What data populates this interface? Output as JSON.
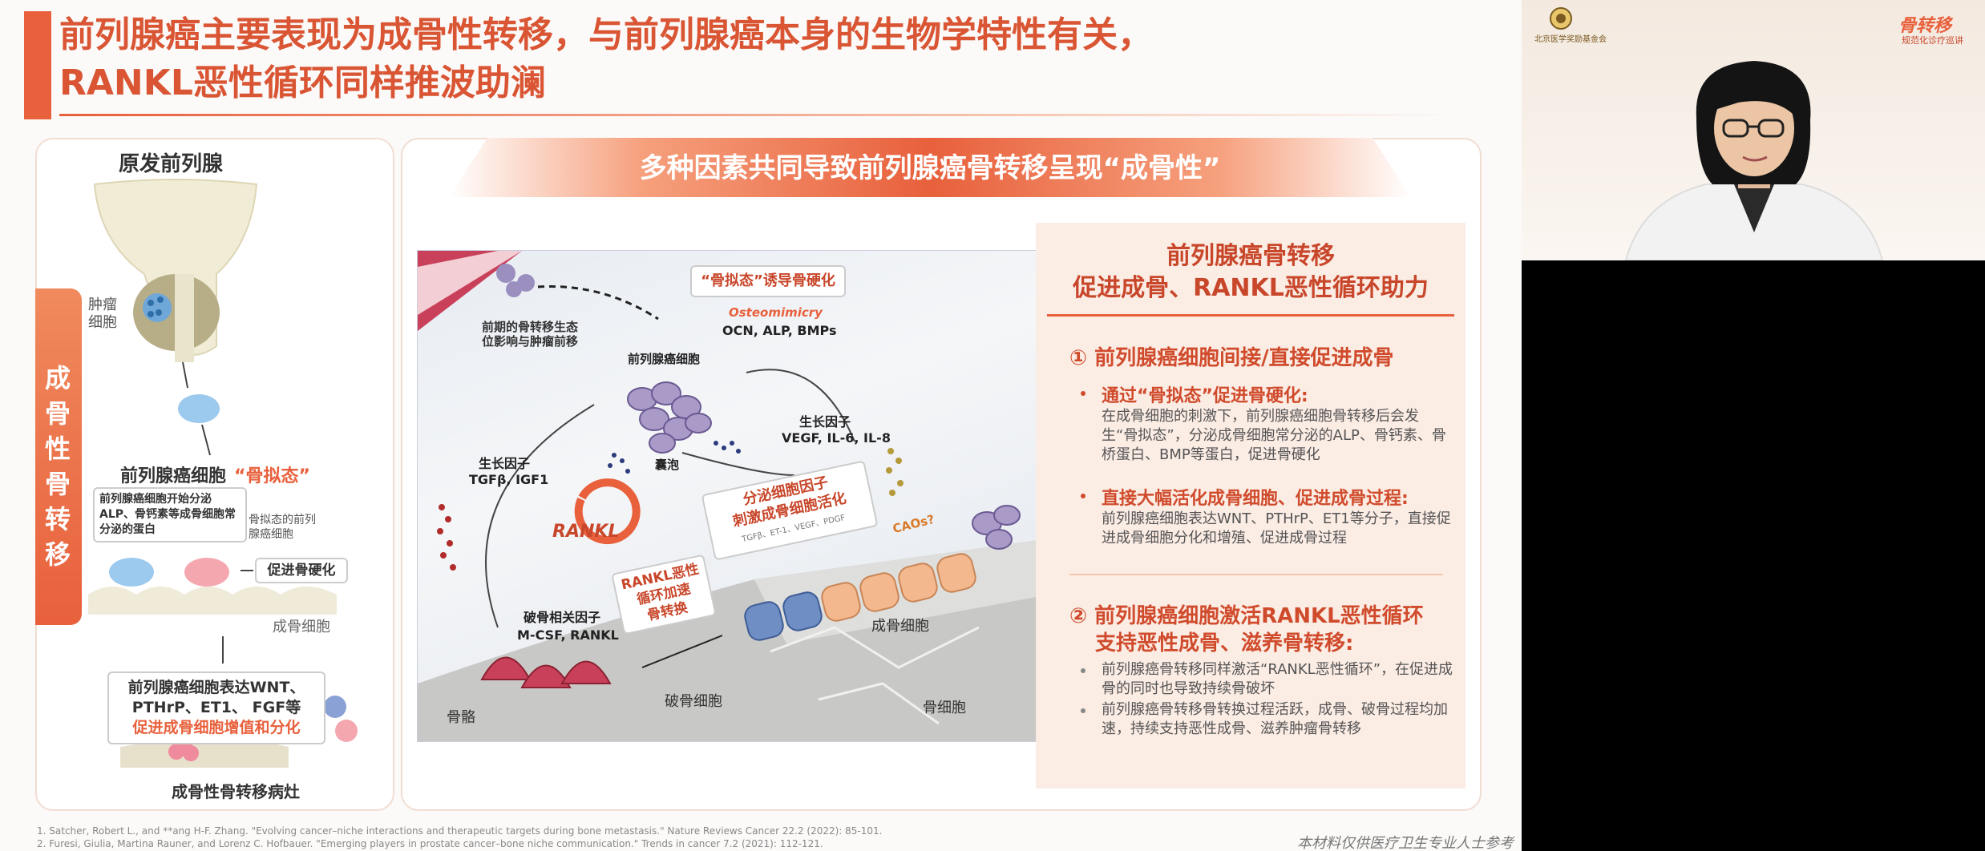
{
  "slide": {
    "title_line1": "前列腺癌主要表现为成骨性转移，与前列腺癌本身的生物学特性有关，",
    "title_line2": "RANKL恶性循环同样推波助澜",
    "left_panel": {
      "heading": "原发前列腺",
      "tumor_label": "肿瘤细胞",
      "vertical_label": "成骨性骨转移",
      "cancer_cell_label": "前列腺癌细胞",
      "osteomimicry_label": "“骨拟态”",
      "box1": "前列腺癌细胞开始分泌ALP、骨钙素等成骨细胞常分泌的蛋白",
      "osteomimic_cell_label": "骨拟态的前列腺癌细胞",
      "promote_hardening": "促进骨硬化",
      "osteoblast_label": "成骨细胞",
      "box2_line1": "前列腺癌细胞表达WNT、",
      "box2_line2": "PTHrP、ET1、 FGF等",
      "box2_line3": "促进成骨细胞增值和分化",
      "lesion_label": "成骨性骨转移病灶"
    },
    "banner": "多种因素共同导致前列腺癌骨转移呈现“成骨性”",
    "diagram": {
      "niche_label": "前期的骨转移生态位影响与肿瘤前移",
      "osteomimicry_box": "“骨拟态”诱导骨硬化",
      "osteomimicry_en": "Osteomimicry",
      "markers": "OCN, ALP, BMPs",
      "pc_cells": "前列腺癌细胞",
      "growth_factor_left": "生长因子",
      "tgf_igf": "TGFβ, IGF1",
      "vesicle": "囊泡",
      "growth_factor_right": "生长因子",
      "vegf": "VEGF, IL-6, IL-8",
      "secrete_box_line1": "分泌细胞因子",
      "secrete_box_line2": "刺激成骨细胞活化",
      "secrete_small": "TGFβ、ET-1、VEGF、PDGF",
      "caos": "CAOs?",
      "rankl": "RANKL",
      "rankl_box_line1": "RANKL恶性",
      "rankl_box_line2": "循环加速",
      "rankl_box_line3": "骨转换",
      "osteoclast_factor": "破骨相关因子",
      "mcsf": "M-CSF, RANKL",
      "osteoblast": "成骨细胞",
      "bone": "骨骼",
      "osteoclast": "破骨细胞",
      "osteocyte": "骨细胞"
    },
    "right_panel": {
      "title_line1": "前列腺癌骨转移",
      "title_line2": "促进成骨、RANKL恶性循环助力",
      "section1": "① 前列腺癌细胞间接/直接促进成骨",
      "bullet1_title": "通过“骨拟态”促进骨硬化:",
      "bullet1_body": "在成骨细胞的刺激下，前列腺癌细胞骨转移后会发生“骨拟态”，分泌成骨细胞常分泌的ALP、骨钙素、骨桥蛋白、BMP等蛋白，促进骨硬化",
      "bullet2_title": "直接大幅活化成骨细胞、促进成骨过程:",
      "bullet2_body": "前列腺癌细胞表达WNT、PTHrP、ET1等分子，直接促进成骨细胞分化和增殖、促进成骨过程",
      "section2_line1": "② 前列腺癌细胞激活RANKL恶性循环",
      "section2_line2": "支持恶性成骨、滋养骨转移:",
      "bullet3_body": "前列腺癌骨转移同样激活“RANKL恶性循环”，在促进成骨的同时也导致持续骨破坏",
      "bullet4_body": "前列腺癌骨转移骨转换过程活跃，成骨、破骨过程均加速，持续支持恶性成骨、滋养肿瘤骨转移"
    },
    "ref1": "1.  Satcher, Robert L., and **ang H-F. Zhang. \"Evolving cancer–niche interactions and therapeutic targets during bone metastasis.\" Nature Reviews Cancer 22.2 (2022): 85-101.",
    "ref2": "2.  Furesi, Giulia, Martina Rauner, and Lorenz C. Hofbauer. \"Emerging players in prostate cancer–bone niche communication.\" Trends in cancer 7.2 (2021): 112-121.",
    "footer": "本材料仅供医疗卫生专业人士参考"
  },
  "video": {
    "logo_text": "北京医学奖励基金会",
    "brand": "骨转移",
    "brand_sub": "规范化诊疗巡讲"
  },
  "colors": {
    "accent": "#e8603c",
    "title": "#d95533",
    "panel_bg": "#fbece4"
  }
}
